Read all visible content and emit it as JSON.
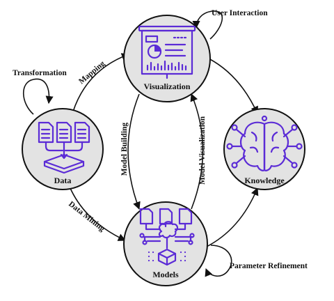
{
  "nodes": {
    "visualization": "Visualization",
    "data": "Data",
    "knowledge": "Knowledge",
    "models": "Models"
  },
  "edges": {
    "user_interaction": "User Interaction",
    "transformation": "Transformation",
    "mapping": "Mapping",
    "model_building": "Model Building",
    "model_visualization": "Model Visualization",
    "data_mining": "Data Mining",
    "parameter_refinement": "Parameter Refinement"
  },
  "icons": {
    "visualization": "presentation-board-icon",
    "data": "documents-to-box-icon",
    "knowledge": "brain-network-icon",
    "models": "documents-brain-cube-icon"
  },
  "colors": {
    "icon": "#5b2bd6",
    "circle_fill": "#e3e3e3",
    "stroke": "#111111"
  }
}
